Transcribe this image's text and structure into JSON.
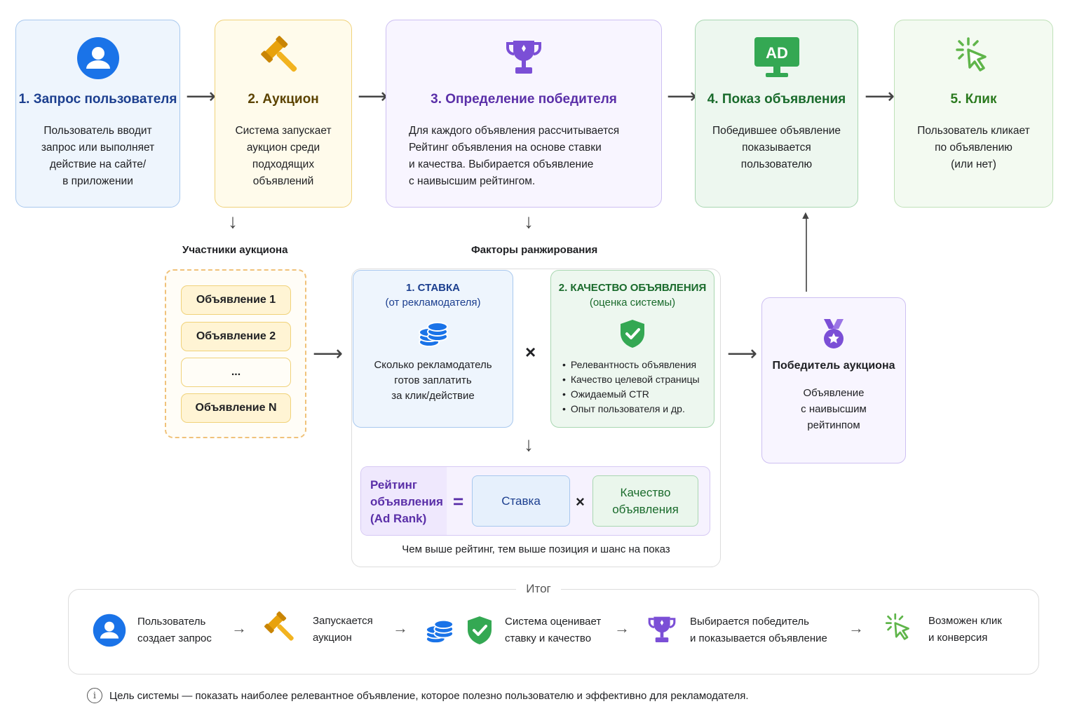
{
  "stages": [
    {
      "title": "1. Запрос пользователя",
      "desc": [
        "Пользователь вводит",
        "запрос или выполняет",
        "действие на сайте/",
        "в приложении"
      ]
    },
    {
      "title": "2. Аукцион",
      "desc": [
        "Система запускает",
        "аукцион среди",
        "подходящих",
        "объявлений"
      ]
    },
    {
      "title": "3. Определение победителя",
      "desc": [
        "Для каждого объявления рассчитывается",
        "Рейтинг объявления на основе ставки",
        "и качества. Выбирается объявление",
        "с наивысшим рейтингом."
      ]
    },
    {
      "title": "4. Показ объявления",
      "desc": [
        "Победившее объявление",
        "показывается",
        "пользователю"
      ]
    },
    {
      "title": "5. Клик",
      "desc": [
        "Пользователь кликает",
        "по объявлению",
        "(или нет)"
      ]
    }
  ],
  "ad_badge": "AD",
  "participants": {
    "label": "Участники аукциона",
    "items": [
      "Объявление 1",
      "Объявление 2",
      "...",
      "Объявление N"
    ]
  },
  "factors": {
    "label": "Факторы ранжирования",
    "bid": {
      "title": "1. СТАВКА",
      "subtitle": "(от рекламодателя)",
      "desc": [
        "Сколько рекламодатель",
        "готов заплатить",
        "за клик/действие"
      ]
    },
    "quality": {
      "title": "2. КАЧЕСТВО ОБЪЯВЛЕНИЯ",
      "subtitle": "(оценка системы)",
      "items": [
        "Релевантность объявления",
        "Качество целевой страницы",
        "Ожидаемый CTR",
        "Опыт пользователя и др."
      ]
    },
    "times": "×"
  },
  "formula": {
    "ad_rank": [
      "Рейтинг",
      "объявления",
      "(Ad Rank)"
    ],
    "eq": "=",
    "bid": "Ставка",
    "times": "×",
    "quality": [
      "Качество",
      "объявления"
    ],
    "note": "Чем выше рейтинг, тем выше позиция и шанс на показ"
  },
  "winner": {
    "title": "Победитель аукциона",
    "desc": [
      "Объявление",
      "с наивысшим",
      "рейтинпом"
    ]
  },
  "summary": {
    "title": "Итог",
    "items": [
      [
        "Пользователь",
        "создает запрос"
      ],
      [
        "Запускается",
        "аукцион"
      ],
      [
        "Система оценивает",
        "ставку и качество"
      ],
      [
        "Выбирается победитель",
        "и показывается объявление"
      ],
      [
        "Возможен клик",
        "и конверсия"
      ]
    ]
  },
  "footnote": "Цель системы — показать наиболее релевантное объявление, которое полезно пользователю и эффективно для рекламодателя.",
  "colors": {
    "blue": "#1a73e8",
    "amber": "#f2a900",
    "purple": "#7b4fd6",
    "green": "#34a853",
    "lightgreen": "#5fb54a"
  }
}
